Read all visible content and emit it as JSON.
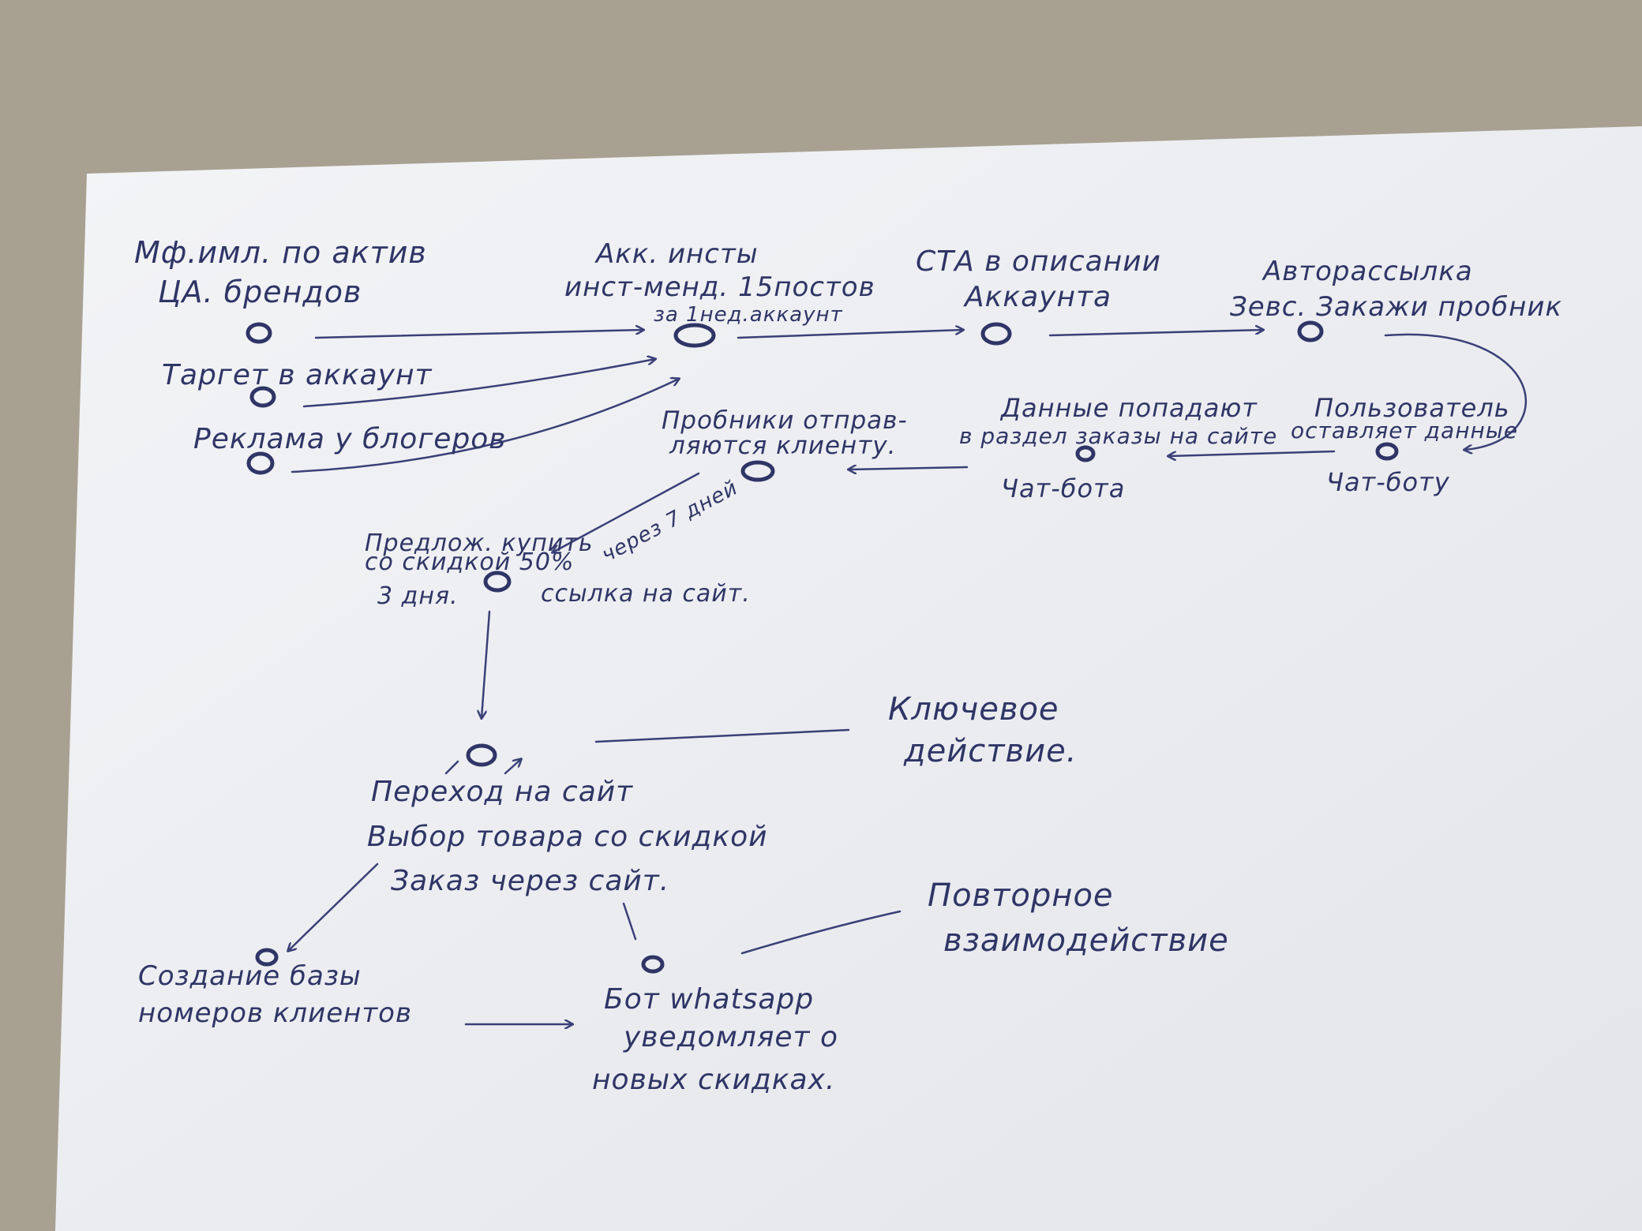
{
  "colors": {
    "ink": "#2f3566",
    "paper": "#eef0f3",
    "desk": "#a8a192"
  },
  "nodes": {
    "n1": {
      "lines": [
        "Мф.имл. по актив",
        "ЦА. брендов"
      ]
    },
    "n2": {
      "lines": [
        "Таргет в аккаунт"
      ]
    },
    "n3": {
      "lines": [
        "Реклама у блогеров"
      ]
    },
    "n4": {
      "lines": [
        "Акк. инсты",
        "инст-менд. 15постов",
        "за 1нед.аккаунт"
      ]
    },
    "n5": {
      "lines": [
        "СТА в описании",
        "Аккаунта"
      ]
    },
    "n6": {
      "lines": [
        "Авторассылка",
        "Зевс. Закажи пробник"
      ]
    },
    "n7": {
      "lines": [
        "Пользователь",
        "оставляет данные"
      ],
      "sub": "Чат-боту"
    },
    "n8": {
      "lines": [
        "Данные попадают",
        "в раздел заказы на сайте"
      ],
      "sub": "Чат-бота"
    },
    "n9": {
      "lines": [
        "Пробники отправ-",
        "ляются клиенту."
      ]
    },
    "n10": {
      "lines": [
        "Предлож. купить",
        "со скидкой 50%",
        "3 дня."
      ],
      "side": "ссылка на сайт."
    },
    "n11": {
      "lines": [
        "Переход на сайт",
        "Выбор товара со скидкой",
        "Заказ через сайт."
      ]
    },
    "n12": {
      "lines": [
        "Создание базы",
        "номеров клиентов"
      ]
    },
    "n13": {
      "lines": [
        "Бот whatsapp",
        "уведомляет о",
        "новых скидках."
      ]
    }
  },
  "edge_labels": {
    "delay": "через 7 дней"
  },
  "annotations": {
    "key_action": [
      "Ключевое",
      "действие."
    ],
    "repeat": [
      "Повторное",
      "взаимодействие"
    ]
  }
}
